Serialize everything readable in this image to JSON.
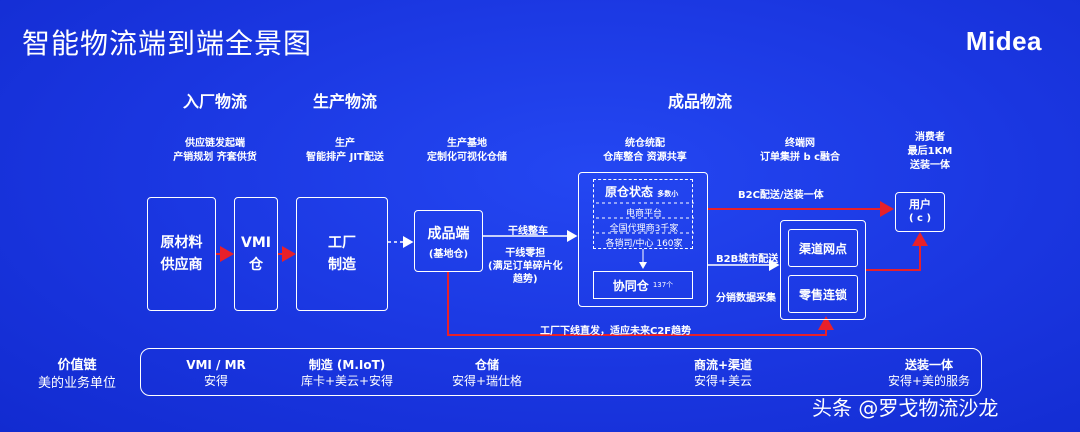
{
  "title": "智能物流端到端全景图",
  "brand": "Midea",
  "sections": {
    "inbound": "入厂物流",
    "production": "生产物流",
    "finished": "成品物流"
  },
  "descriptors": {
    "supply": [
      "供应链发起端",
      "产销规划  齐套供货"
    ],
    "production": [
      "生产",
      "智能排产  JIT配送"
    ],
    "base": [
      "生产基地",
      "定制化可视化仓储"
    ],
    "warehouse": [
      "统仓统配",
      "仓库整合  资源共享"
    ],
    "network": [
      "终端网",
      "订单集拼 b c融合"
    ],
    "consumer": [
      "消费者",
      "最后1KM",
      "送装一体"
    ]
  },
  "boxes": {
    "raw": [
      "原材料",
      "供应商"
    ],
    "vmi": [
      "VMI",
      "仓"
    ],
    "factory": [
      "工厂",
      "制造"
    ],
    "fg_title": "成品端",
    "fg_sub": "(基地仓)",
    "origin_title": "原仓状态",
    "origin_tag": "多数小",
    "origin_lines": [
      "电商平台",
      "全国代理商3千家",
      "各销司/中心 160家"
    ],
    "collab_title": "协同仓",
    "collab_tag": "137个",
    "channel": "渠道网点",
    "retail": "零售连锁",
    "user": [
      "用户",
      "( c )"
    ]
  },
  "routes": {
    "trunk": "干线整车",
    "ltl": [
      "干线零担",
      "(满足订单碎片化",
      "趋势)"
    ],
    "b2c": "B2C配送/送装一体",
    "b2b": "B2B城市配送",
    "dist": "分销数据采集",
    "direct": "工厂下线直发，适应未来C2F趋势"
  },
  "value_chain": {
    "label": "价值链",
    "sublabel": "美的业务单位",
    "items": [
      {
        "name": "VMI / MR",
        "unit": "安得"
      },
      {
        "name": "制造 (M.IoT)",
        "unit": "库卡+美云+安得"
      },
      {
        "name": "仓储",
        "unit": "安得+瑞仕格"
      },
      {
        "name": "商流+渠道",
        "unit": "安得+美云"
      },
      {
        "name": "送装一体",
        "unit": "安得+美的服务"
      }
    ]
  },
  "watermark": "头条 @罗戈物流沙龙",
  "colors": {
    "background": "#1a36e0",
    "line": "#ffffff",
    "accent": "#e8202a"
  }
}
